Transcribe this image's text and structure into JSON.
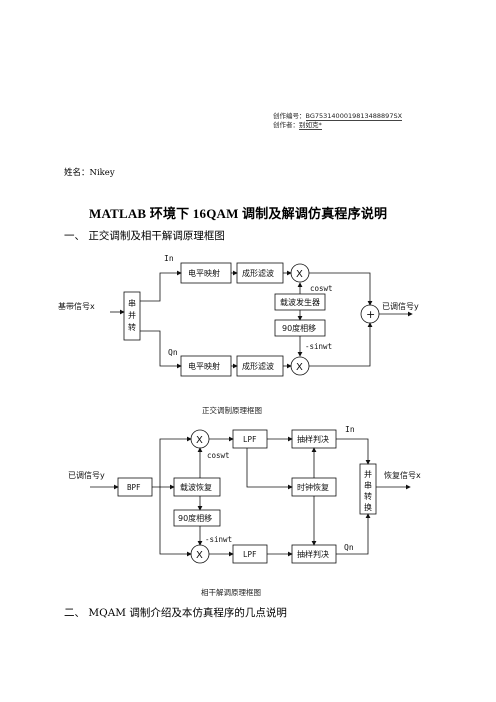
{
  "meta": {
    "id_label": "创作编号：",
    "id_value": "BG7531400019813488897SX",
    "author_label": "创作者：",
    "author_value": "别如克*"
  },
  "name_line": "姓名：Nikey",
  "title": "MATLAB 环境下 16QAM 调制及解调仿真程序说明",
  "section1": "一、    正交调制及相干解调原理框图",
  "section2": "二、    MQAM 调制介绍及本仿真程序的几点说明",
  "diagram1": {
    "caption": "正交调制原理框图",
    "in_label": "In",
    "qn_label": "Qn",
    "input_label": "基带信号x",
    "sp_conv": [
      "串",
      "并",
      "转"
    ],
    "level_map_top": "电平映射",
    "shaping_top": "成形滤波",
    "level_map_bot": "电平映射",
    "shaping_bot": "成形滤波",
    "mult_top": "X",
    "mult_bot": "X",
    "cos_label": "coswt",
    "sin_label": "-sinwt",
    "carrier_gen": "载波发生器",
    "phase_shift": "90度相移",
    "adder": "+",
    "output_label": "已调信号y"
  },
  "diagram2": {
    "caption": "相干解调原理框图",
    "input_label": "已调信号y",
    "bpf": "BPF",
    "carrier_recovery": "载波恢复",
    "phase_shift": "90度相移",
    "mult_top": "X",
    "mult_bot": "X",
    "cos_label": "coswt",
    "sin_label": "-sinwt",
    "lpf_top": "LPF",
    "lpf_bot": "LPF",
    "sampler_top": "抽样判决",
    "sampler_bot": "抽样判决",
    "clock_recovery": "时钟恢复",
    "in_label": "In",
    "qn_label": "Qn",
    "ps_conv": [
      "并",
      "串",
      "转",
      "换"
    ],
    "output_label": "恢复信号x"
  }
}
